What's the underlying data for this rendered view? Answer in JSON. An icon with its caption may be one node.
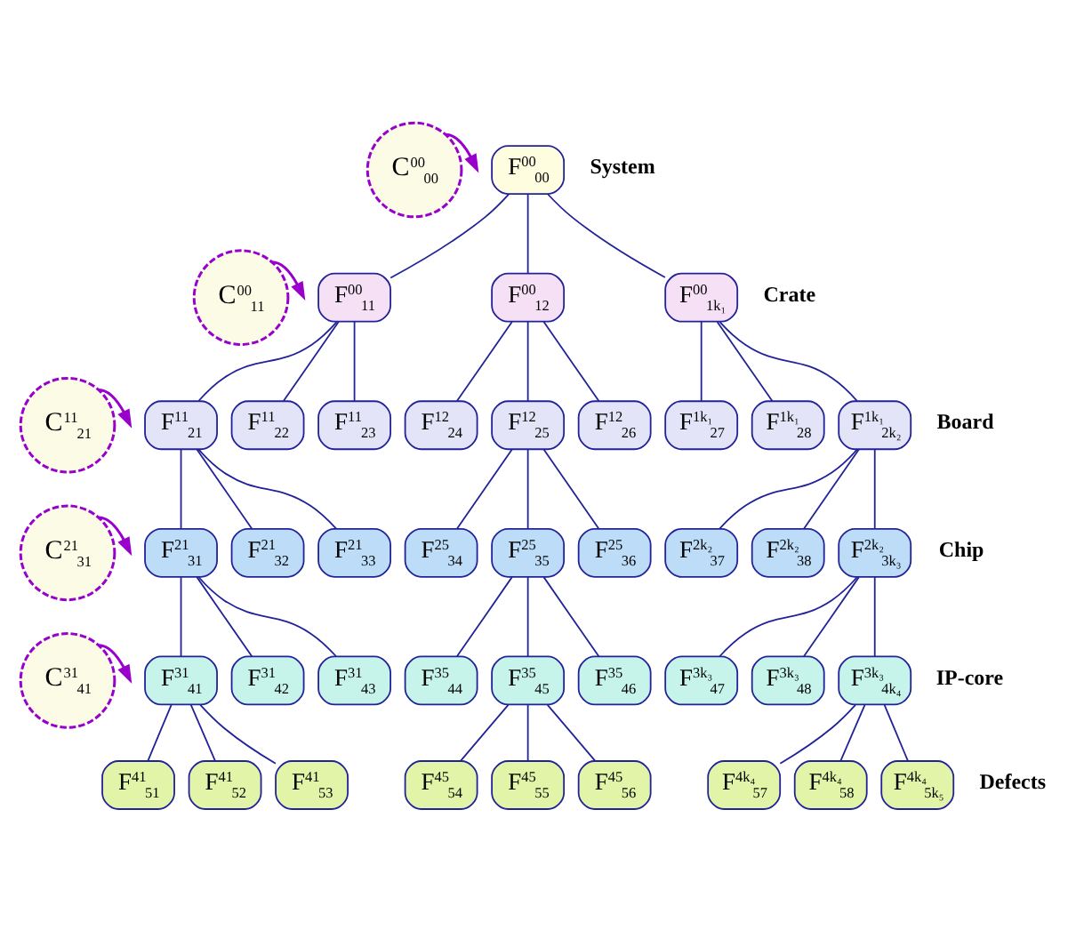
{
  "diagram": {
    "nodes": [
      {
        "text": [
          "C$^{00}$$_{00}$"
        ]
      },
      {
        "text": [
          "F$^{00}$$_{00}$"
        ]
      },
      {
        "text": [
          "C$^{00}$$_{11}$"
        ]
      },
      {
        "text": [
          "F$^{00}$$_{11}$"
        ]
      },
      {
        "text": [
          "F$^{00}$$_{12}$"
        ]
      },
      {
        "text": [
          "F$^{00}$$_{1k₁}$"
        ]
      },
      {
        "text": [
          "C$^{11}$$_{21}$"
        ]
      },
      {
        "text": [
          "F$^{11}$$_{21}$"
        ]
      },
      {
        "text": [
          "F$^{11}$$_{22}$"
        ]
      },
      {
        "text": [
          "F$^{11}$$_{23}$"
        ]
      },
      {
        "text": [
          "F$^{12}$$_{24}$"
        ]
      },
      {
        "text": [
          "F$^{12}$$_{25}$"
        ]
      },
      {
        "text": [
          "F$^{12}$$_{26}$"
        ]
      },
      {
        "text": [
          "F$^{1k₁}$$_{27}$"
        ]
      },
      {
        "text": [
          "F$^{1k₁}$$_{28}$"
        ]
      },
      {
        "text": [
          "F$^{1k₁}$$_{2k₂}$"
        ]
      },
      {
        "text": [
          "C$^{21}$$_{31}$"
        ]
      },
      {
        "text": [
          "F$^{21}$$_{31}$"
        ]
      },
      {
        "text": [
          "F$^{21}$$_{32}$"
        ]
      },
      {
        "text": [
          "F$^{21}$$_{33}$"
        ]
      },
      {
        "text": [
          "F$^{25}$$_{34}$"
        ]
      },
      {
        "text": [
          "F$^{25}$$_{35}$"
        ]
      },
      {
        "text": [
          "F$^{25}$$_{36}$"
        ]
      },
      {
        "text": [
          "F$^{2k₂}$$_{37}$"
        ]
      },
      {
        "text": [
          "F$^{2k₂}$$_{38}$"
        ]
      },
      {
        "text": [
          "F$^{2k₂}$$_{3k₃}$"
        ]
      },
      {
        "text": [
          "C$^{31}$$_{41}$"
        ]
      },
      {
        "text": [
          "F$^{31}$$_{41}$"
        ]
      },
      {
        "text": [
          "F$^{31}$$_{42}$"
        ]
      },
      {
        "text": [
          "F$^{31}$$_{43}$"
        ]
      },
      {
        "text": [
          "F$^{35}$$_{44}$"
        ]
      },
      {
        "text": [
          "F$^{35}$$_{45}$"
        ]
      },
      {
        "text": [
          "F$^{35}$$_{46}$"
        ]
      },
      {
        "text": [
          "F$^{3k₃}$$_{47}$"
        ]
      },
      {
        "text": [
          "F$^{3k₃}$$_{48}$"
        ]
      },
      {
        "text": [
          "F$^{3k₃}$$_{4k₄}$"
        ]
      },
      {
        "text": [
          "F$^{41}$$_{51}$"
        ]
      },
      {
        "text": [
          "F$^{41}$$_{52}$"
        ]
      },
      {
        "text": [
          "F$^{41}$$_{53}$"
        ]
      },
      {
        "text": [
          "F$^{45}$$_{54}$"
        ]
      },
      {
        "text": [
          "F$^{45}$$_{55}$"
        ]
      },
      {
        "text": [
          "F$^{45}$$_{56}$"
        ]
      },
      {
        "text": [
          "F$^{4k₄}$$_{57}$"
        ]
      },
      {
        "text": [
          "F$^{4k₄}$$_{58}$"
        ]
      },
      {
        "text": [
          "F$^{4k₄}$$_{5k₅}$"
        ]
      }
    ],
    "edges": [
      {
        "from": 0,
        "to": null,
        "arrow": "to",
        "color": "#9900cc"
      },
      {
        "from": 1,
        "to": 3,
        "arrow": "none"
      },
      {
        "from": 1,
        "to": 4,
        "arrow": "none"
      },
      {
        "from": 1,
        "to": 5,
        "arrow": "none"
      },
      {
        "from": 2,
        "to": null,
        "arrow": "to",
        "color": "#9900cc"
      },
      {
        "from": 3,
        "to": 7,
        "arrow": "none"
      },
      {
        "from": 3,
        "to": 8,
        "arrow": "none"
      },
      {
        "from": 3,
        "to": 9,
        "arrow": "none"
      },
      {
        "from": 4,
        "to": 10,
        "arrow": "none"
      },
      {
        "from": 4,
        "to": 11,
        "arrow": "none"
      },
      {
        "from": 4,
        "to": 12,
        "arrow": "none"
      },
      {
        "from": 5,
        "to": 13,
        "arrow": "none"
      },
      {
        "from": 5,
        "to": 14,
        "arrow": "none"
      },
      {
        "from": 5,
        "to": 15,
        "arrow": "none"
      },
      {
        "from": 6,
        "to": null,
        "arrow": "to",
        "color": "#9900cc"
      },
      {
        "from": 7,
        "to": 17,
        "arrow": "none"
      },
      {
        "from": 7,
        "to": 18,
        "arrow": "none"
      },
      {
        "from": 7,
        "to": 19,
        "arrow": "none"
      },
      {
        "from": 11,
        "to": 20,
        "arrow": "none"
      },
      {
        "from": 11,
        "to": 21,
        "arrow": "none"
      },
      {
        "from": 11,
        "to": 22,
        "arrow": "none"
      },
      {
        "from": 15,
        "to": 23,
        "arrow": "none"
      },
      {
        "from": 15,
        "to": 24,
        "arrow": "none"
      },
      {
        "from": 15,
        "to": 25,
        "arrow": "none"
      },
      {
        "from": 16,
        "to": null,
        "arrow": "to",
        "color": "#9900cc"
      },
      {
        "from": 17,
        "to": 27,
        "arrow": "none"
      },
      {
        "from": 17,
        "to": 28,
        "arrow": "none"
      },
      {
        "from": 17,
        "to": 29,
        "arrow": "none"
      },
      {
        "from": 21,
        "to": 30,
        "arrow": "none"
      },
      {
        "from": 21,
        "to": 31,
        "arrow": "none"
      },
      {
        "from": 21,
        "to": 32,
        "arrow": "none"
      },
      {
        "from": 25,
        "to": 33,
        "arrow": "none"
      },
      {
        "from": 25,
        "to": 34,
        "arrow": "none"
      },
      {
        "from": 25,
        "to": 35,
        "arrow": "none"
      },
      {
        "from": 26,
        "to": null,
        "arrow": "to",
        "color": "#9900cc"
      },
      {
        "from": 27,
        "to": 36,
        "arrow": "none"
      },
      {
        "from": 27,
        "to": 37,
        "arrow": "none"
      },
      {
        "from": 27,
        "to": 38,
        "arrow": "none"
      },
      {
        "from": 31,
        "to": 39,
        "arrow": "none"
      },
      {
        "from": 31,
        "to": 40,
        "arrow": "none"
      },
      {
        "from": 31,
        "to": 41,
        "arrow": "none"
      },
      {
        "from": 35,
        "to": 42,
        "arrow": "none"
      },
      {
        "from": 35,
        "to": 43,
        "arrow": "none"
      },
      {
        "from": 35,
        "to": 44,
        "arrow": "none"
      }
    ],
    "labels": [
      "System",
      "Crate",
      "Board",
      "Chip",
      "IP-core",
      "Defects"
    ]
  }
}
